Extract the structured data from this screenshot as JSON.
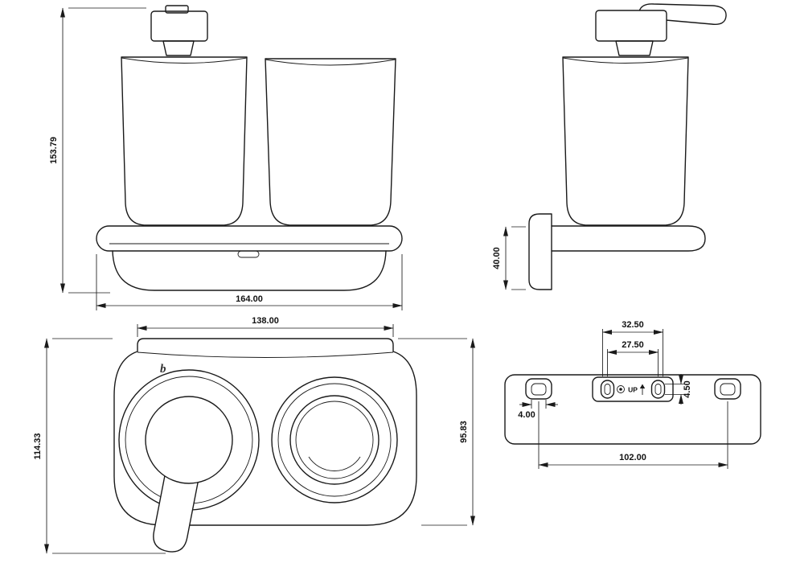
{
  "drawing": {
    "background": "#ffffff",
    "line_color": "#1a1a1a",
    "views": {
      "front": {
        "height_dim": "153.79",
        "width_dim": "164.00"
      },
      "side": {
        "bracket_height_dim": "40.00"
      },
      "top": {
        "width_dim": "138.00",
        "depth_total_dim": "114.33",
        "depth_body_dim": "95.83",
        "logo": "b"
      },
      "plate": {
        "slot_span_outer_dim": "32.50",
        "slot_span_inner_dim": "27.50",
        "slot_height_dim": "4.50",
        "hole_width_dim": "4.00",
        "mount_span_dim": "102.00",
        "orientation_label": "UP"
      }
    }
  }
}
